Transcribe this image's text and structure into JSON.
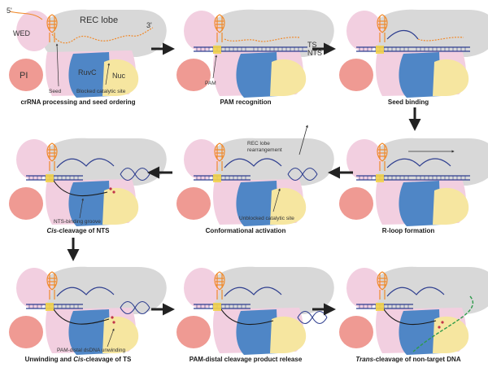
{
  "captions": {
    "p1": "crRNA processing and seed ordering",
    "p2": "PAM recognition",
    "p3": "Seed binding",
    "p4": "Cis-cleavage of NTS",
    "p5": "Conformational activation",
    "p6": "R-loop formation",
    "p7": "Unwinding and Cis-cleavage of TS",
    "p8": "PAM-distal cleavage product release",
    "p9": "Trans-cleavage of non-target DNA"
  },
  "captions_split": {
    "p4_italic": "Cis",
    "p4_rest": "-cleavage of NTS",
    "p7_pre": "Unwinding and ",
    "p7_italic": "Cis",
    "p7_rest": "-cleavage of TS",
    "p9_italic": "Trans",
    "p9_rest": "-cleavage of non-target DNA"
  },
  "domains": {
    "rec": "REC lobe",
    "wed": "WED",
    "pi": "PI",
    "ruvc": "RuvC",
    "nuc": "Nuc"
  },
  "ends": {
    "five": "5'",
    "three": "3'"
  },
  "strands": {
    "ts": "TS",
    "nts": "NTS"
  },
  "annotations": {
    "seed": "Seed",
    "blocked": "Blocked catalytic site",
    "pam": "PAM",
    "rec_rearr_1": "REC lobe",
    "rec_rearr_2": "rearrangement",
    "unblocked": "Unblocked catalytic site",
    "nts_groove": "NTS-binding groove",
    "pam_distal": "PAM-distal dsDNA unwinding"
  },
  "colors": {
    "rec": "#d8d8d8",
    "wed": "#f2cfe0",
    "pi": "#ef9a93",
    "ruvc": "#4f86c6",
    "nuc": "#f6e6a0",
    "crrna": "#f08a2c",
    "pam": "#f3d34a",
    "dna": "#2f3f8f",
    "nontarget": "#2e9a4a"
  }
}
